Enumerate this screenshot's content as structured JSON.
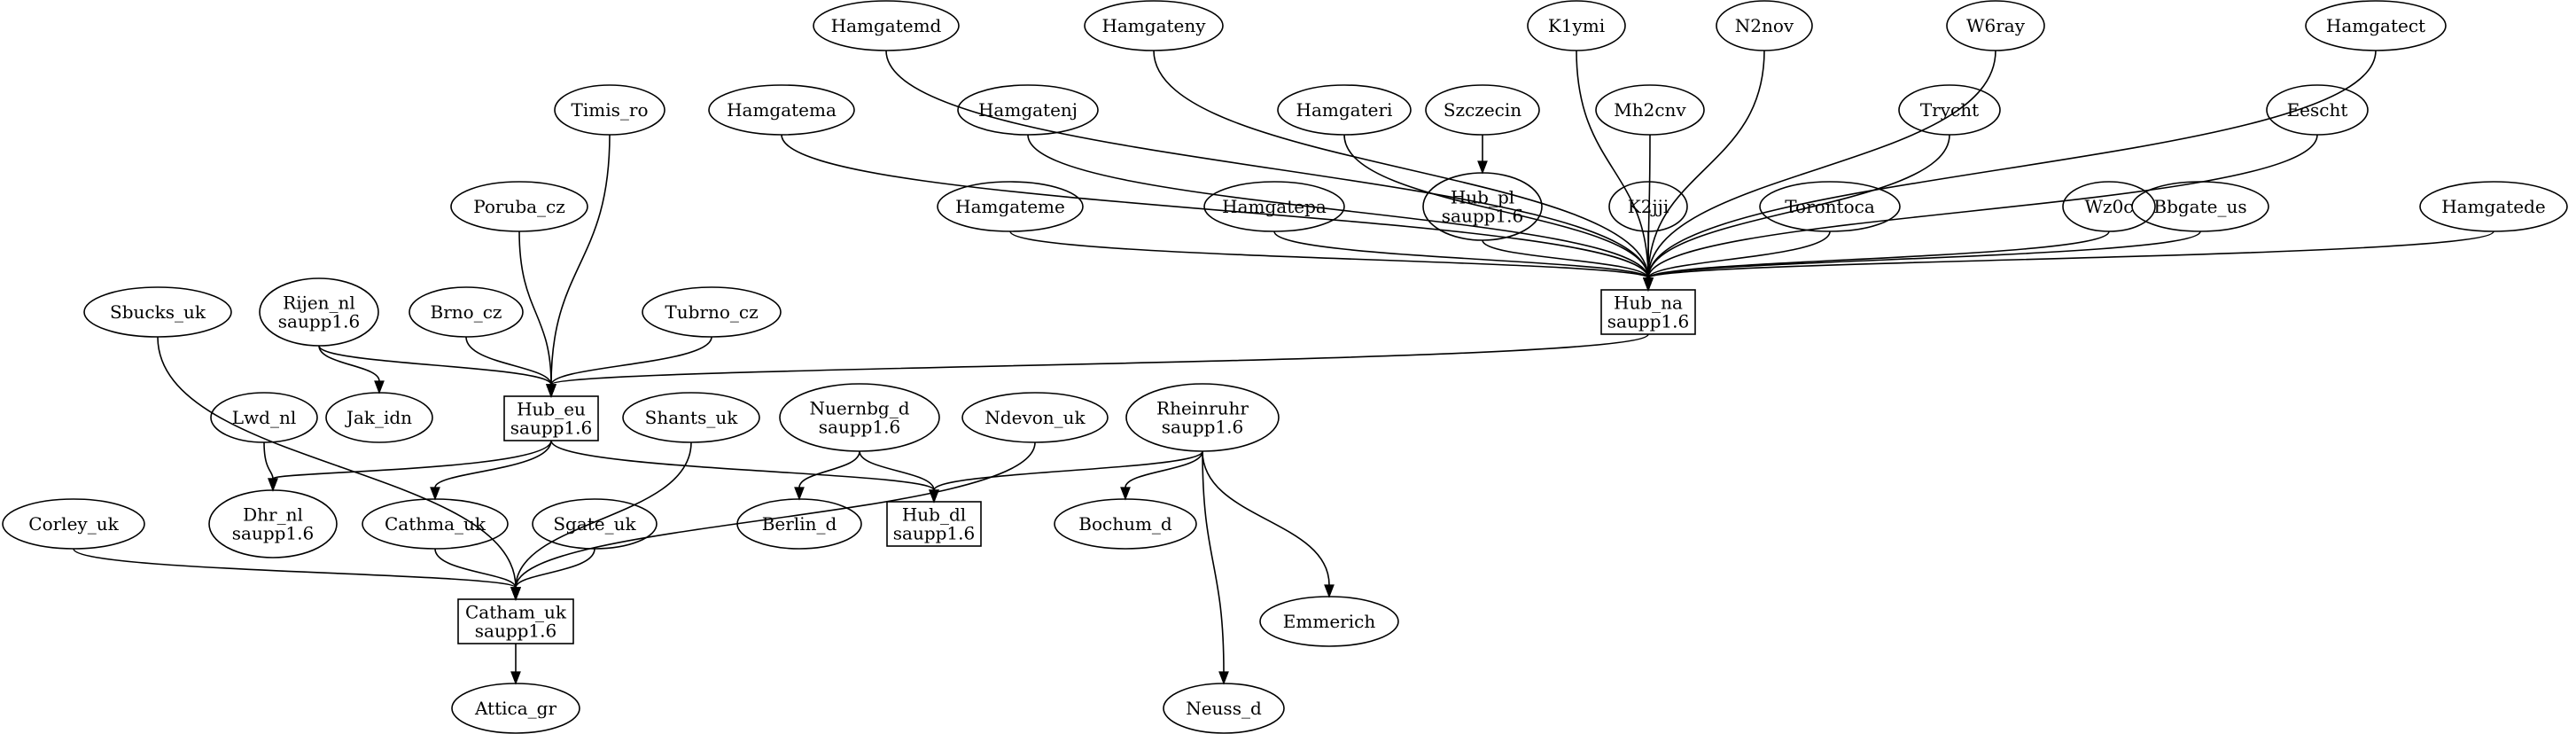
{
  "nodes": [
    {
      "id": "Hamgatemd",
      "lines": [
        "Hamgatemd"
      ],
      "shape": "ellipse"
    },
    {
      "id": "Hamgateny",
      "lines": [
        "Hamgateny"
      ],
      "shape": "ellipse"
    },
    {
      "id": "K1ymi",
      "lines": [
        "K1ymi"
      ],
      "shape": "ellipse"
    },
    {
      "id": "N2nov",
      "lines": [
        "N2nov"
      ],
      "shape": "ellipse"
    },
    {
      "id": "W6ray",
      "lines": [
        "W6ray"
      ],
      "shape": "ellipse"
    },
    {
      "id": "Hamgatect",
      "lines": [
        "Hamgatect"
      ],
      "shape": "ellipse"
    },
    {
      "id": "Timis_ro",
      "lines": [
        "Timis_ro"
      ],
      "shape": "ellipse"
    },
    {
      "id": "Hamgatema",
      "lines": [
        "Hamgatema"
      ],
      "shape": "ellipse"
    },
    {
      "id": "Hamgatenj",
      "lines": [
        "Hamgatenj"
      ],
      "shape": "ellipse"
    },
    {
      "id": "Hamgateri",
      "lines": [
        "Hamgateri"
      ],
      "shape": "ellipse"
    },
    {
      "id": "Szczecin",
      "lines": [
        "Szczecin"
      ],
      "shape": "ellipse"
    },
    {
      "id": "Mh2cnv",
      "lines": [
        "Mh2cnv"
      ],
      "shape": "ellipse"
    },
    {
      "id": "Trycht",
      "lines": [
        "Trycht"
      ],
      "shape": "ellipse"
    },
    {
      "id": "Eescht",
      "lines": [
        "Eescht"
      ],
      "shape": "ellipse"
    },
    {
      "id": "Poruba_cz",
      "lines": [
        "Poruba_cz"
      ],
      "shape": "ellipse"
    },
    {
      "id": "Hamgateme",
      "lines": [
        "Hamgateme"
      ],
      "shape": "ellipse"
    },
    {
      "id": "Hamgatepa",
      "lines": [
        "Hamgatepa"
      ],
      "shape": "ellipse"
    },
    {
      "id": "Hub_pl",
      "lines": [
        "Hub_pl",
        "saupp1.6"
      ],
      "shape": "ellipse"
    },
    {
      "id": "K2jji",
      "lines": [
        "K2jji"
      ],
      "shape": "ellipse"
    },
    {
      "id": "Torontoca",
      "lines": [
        "Torontoca"
      ],
      "shape": "ellipse"
    },
    {
      "id": "Wz0c",
      "lines": [
        "Wz0c"
      ],
      "shape": "ellipse"
    },
    {
      "id": "Bbgate_us",
      "lines": [
        "Bbgate_us"
      ],
      "shape": "ellipse"
    },
    {
      "id": "Hamgatede",
      "lines": [
        "Hamgatede"
      ],
      "shape": "ellipse"
    },
    {
      "id": "Hub_na",
      "lines": [
        "Hub_na",
        "saupp1.6"
      ],
      "shape": "box"
    },
    {
      "id": "Sbucks_uk",
      "lines": [
        "Sbucks_uk"
      ],
      "shape": "ellipse"
    },
    {
      "id": "Rijen_nl",
      "lines": [
        "Rijen_nl",
        "saupp1.6"
      ],
      "shape": "ellipse"
    },
    {
      "id": "Brno_cz",
      "lines": [
        "Brno_cz"
      ],
      "shape": "ellipse"
    },
    {
      "id": "Tubrno_cz",
      "lines": [
        "Tubrno_cz"
      ],
      "shape": "ellipse"
    },
    {
      "id": "Hub_eu",
      "lines": [
        "Hub_eu",
        "saupp1.6"
      ],
      "shape": "box"
    },
    {
      "id": "Lwd_nl",
      "lines": [
        "Lwd_nl"
      ],
      "shape": "ellipse"
    },
    {
      "id": "Jak_idn",
      "lines": [
        "Jak_idn"
      ],
      "shape": "ellipse"
    },
    {
      "id": "Shants_uk",
      "lines": [
        "Shants_uk"
      ],
      "shape": "ellipse"
    },
    {
      "id": "Nuernbg_d",
      "lines": [
        "Nuernbg_d",
        "saupp1.6"
      ],
      "shape": "ellipse"
    },
    {
      "id": "Ndevon_uk",
      "lines": [
        "Ndevon_uk"
      ],
      "shape": "ellipse"
    },
    {
      "id": "Rheinruhr",
      "lines": [
        "Rheinruhr",
        "saupp1.6"
      ],
      "shape": "ellipse"
    },
    {
      "id": "Corley_uk",
      "lines": [
        "Corley_uk"
      ],
      "shape": "ellipse"
    },
    {
      "id": "Dhr_nl",
      "lines": [
        "Dhr_nl",
        "saupp1.6"
      ],
      "shape": "ellipse"
    },
    {
      "id": "Cathma_uk",
      "lines": [
        "Cathma_uk"
      ],
      "shape": "ellipse"
    },
    {
      "id": "Sgate_uk",
      "lines": [
        "Sgate_uk"
      ],
      "shape": "ellipse"
    },
    {
      "id": "Berlin_d",
      "lines": [
        "Berlin_d"
      ],
      "shape": "ellipse"
    },
    {
      "id": "Hub_dl",
      "lines": [
        "Hub_dl",
        "saupp1.6"
      ],
      "shape": "box"
    },
    {
      "id": "Bochum_d",
      "lines": [
        "Bochum_d"
      ],
      "shape": "ellipse"
    },
    {
      "id": "Catham_uk",
      "lines": [
        "Catham_uk",
        "saupp1.6"
      ],
      "shape": "box"
    },
    {
      "id": "Emmerich",
      "lines": [
        "Emmerich"
      ],
      "shape": "ellipse"
    },
    {
      "id": "Attica_gr",
      "lines": [
        "Attica_gr"
      ],
      "shape": "ellipse"
    },
    {
      "id": "Neuss_d",
      "lines": [
        "Neuss_d"
      ],
      "shape": "ellipse"
    }
  ],
  "edges": [
    {
      "from": "Hamgatemd",
      "to": "Hub_na"
    },
    {
      "from": "Hamgateny",
      "to": "Hub_na"
    },
    {
      "from": "K1ymi",
      "to": "Hub_na"
    },
    {
      "from": "N2nov",
      "to": "Hub_na"
    },
    {
      "from": "W6ray",
      "to": "Hub_na"
    },
    {
      "from": "Hamgatect",
      "to": "Hub_na"
    },
    {
      "from": "Hamgatema",
      "to": "Hub_na"
    },
    {
      "from": "Hamgatenj",
      "to": "Hub_na"
    },
    {
      "from": "Hamgateri",
      "to": "Hub_na"
    },
    {
      "from": "Szczecin",
      "to": "Hub_pl"
    },
    {
      "from": "Mh2cnv",
      "to": "Hub_na"
    },
    {
      "from": "Trycht",
      "to": "Hub_na"
    },
    {
      "from": "Eescht",
      "to": "Hub_na"
    },
    {
      "from": "Hamgateme",
      "to": "Hub_na"
    },
    {
      "from": "Hamgatepa",
      "to": "Hub_na"
    },
    {
      "from": "Hub_pl",
      "to": "Hub_na"
    },
    {
      "from": "K2jji",
      "to": "Hub_na"
    },
    {
      "from": "Torontoca",
      "to": "Hub_na"
    },
    {
      "from": "Wz0c",
      "to": "Hub_na"
    },
    {
      "from": "Bbgate_us",
      "to": "Hub_na"
    },
    {
      "from": "Hamgatede",
      "to": "Hub_na"
    },
    {
      "from": "Hub_na",
      "to": "Hub_eu"
    },
    {
      "from": "Timis_ro",
      "to": "Hub_eu"
    },
    {
      "from": "Poruba_cz",
      "to": "Hub_eu"
    },
    {
      "from": "Brno_cz",
      "to": "Hub_eu"
    },
    {
      "from": "Tubrno_cz",
      "to": "Hub_eu"
    },
    {
      "from": "Rijen_nl",
      "to": "Hub_eu"
    },
    {
      "from": "Rijen_nl",
      "to": "Jak_idn"
    },
    {
      "from": "Lwd_nl",
      "to": "Dhr_nl"
    },
    {
      "from": "Hub_eu",
      "to": "Dhr_nl"
    },
    {
      "from": "Hub_eu",
      "to": "Cathma_uk"
    },
    {
      "from": "Hub_eu",
      "to": "Hub_dl"
    },
    {
      "from": "Nuernbg_d",
      "to": "Berlin_d"
    },
    {
      "from": "Nuernbg_d",
      "to": "Hub_dl"
    },
    {
      "from": "Rheinruhr",
      "to": "Hub_dl"
    },
    {
      "from": "Rheinruhr",
      "to": "Bochum_d"
    },
    {
      "from": "Rheinruhr",
      "to": "Emmerich"
    },
    {
      "from": "Rheinruhr",
      "to": "Neuss_d"
    },
    {
      "from": "Sbucks_uk",
      "to": "Catham_uk"
    },
    {
      "from": "Corley_uk",
      "to": "Catham_uk"
    },
    {
      "from": "Cathma_uk",
      "to": "Catham_uk"
    },
    {
      "from": "Sgate_uk",
      "to": "Catham_uk"
    },
    {
      "from": "Shants_uk",
      "to": "Catham_uk"
    },
    {
      "from": "Ndevon_uk",
      "to": "Catham_uk"
    },
    {
      "from": "Catham_uk",
      "to": "Attica_gr"
    }
  ]
}
